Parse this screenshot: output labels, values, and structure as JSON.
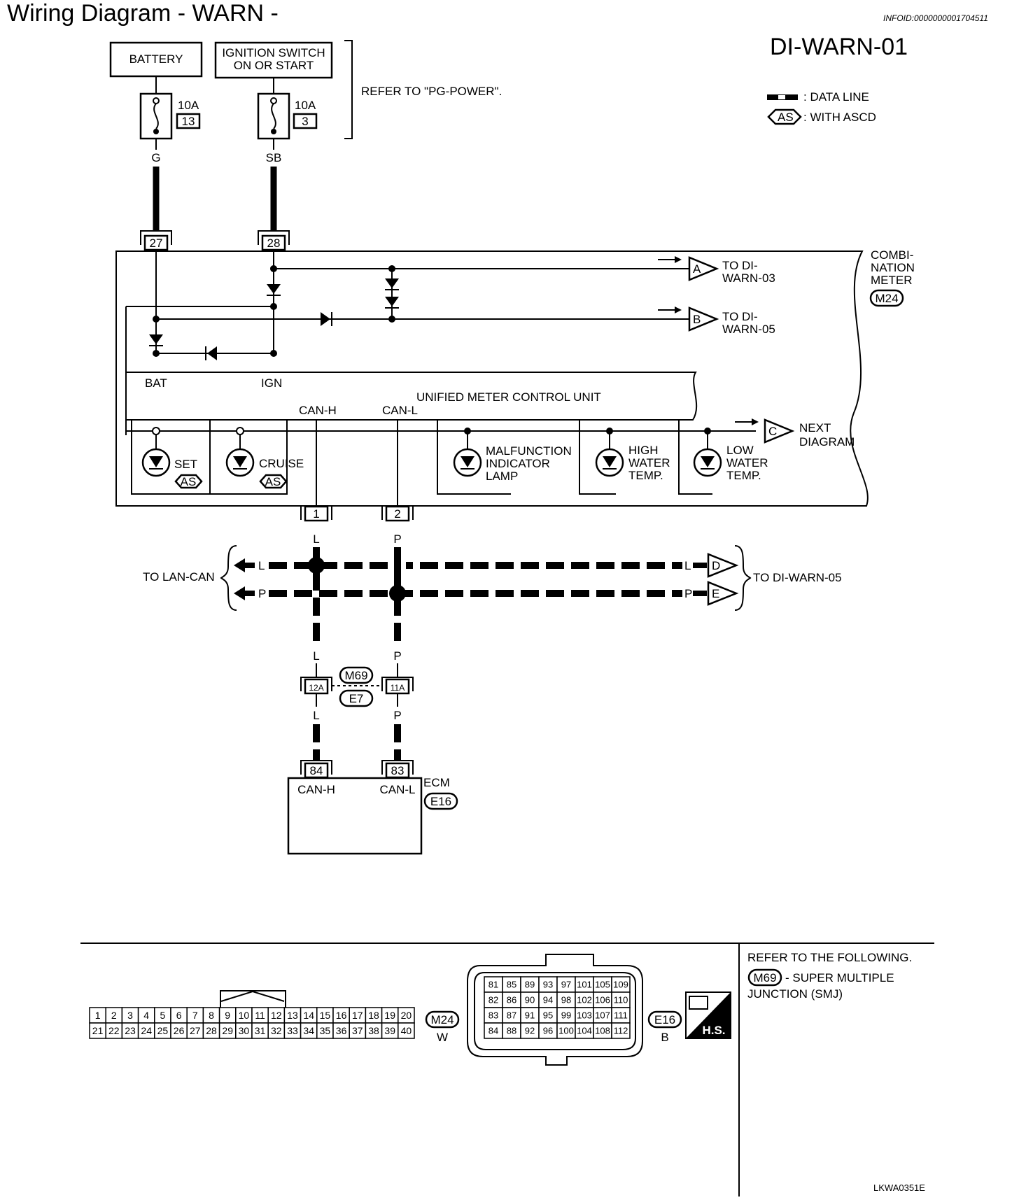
{
  "header": {
    "title": "Wiring Diagram - WARN -",
    "info_id": "INFOID:0000000001704511",
    "diagram_code": "DI-WARN-01"
  },
  "legend": {
    "data_line": ": DATA LINE",
    "with_ascd_tag": "AS",
    "with_ascd": ": WITH ASCD"
  },
  "power": {
    "battery": "BATTERY",
    "ignition_line1": "IGNITION SWITCH",
    "ignition_line2": "ON OR START",
    "fuse1_rating": "10A",
    "fuse1_number": "13",
    "fuse2_rating": "10A",
    "fuse2_number": "3",
    "refer": "REFER TO \"PG-POWER\".",
    "wire1_color": "G",
    "wire2_color": "SB",
    "pin27": "27",
    "pin28": "28"
  },
  "meter": {
    "name_line1": "COMBI-",
    "name_line2": "NATION",
    "name_line3": "METER",
    "connector": "M24",
    "to_a_tag": "A",
    "to_a_line1": "TO DI-",
    "to_a_line2": "WARN-03",
    "to_b_tag": "B",
    "to_b_line1": "TO DI-",
    "to_b_line2": "WARN-05",
    "bat": "BAT",
    "ign": "IGN",
    "unit": "UNIFIED METER CONTROL UNIT",
    "can_h": "CAN-H",
    "can_l": "CAN-L",
    "next_tag": "C",
    "next_line1": "NEXT",
    "next_line2": "DIAGRAM",
    "lamps": {
      "set": "SET",
      "set_tag": "AS",
      "cruise": "CRUISE",
      "cruise_tag": "AS",
      "mil_line1": "MALFUNCTION",
      "mil_line2": "INDICATOR",
      "mil_line3": "LAMP",
      "high_line1": "HIGH",
      "high_line2": "WATER",
      "high_line3": "TEMP.",
      "low_line1": "LOW",
      "low_line2": "WATER",
      "low_line3": "TEMP."
    },
    "pin1": "1",
    "pin2": "2"
  },
  "can_bus": {
    "to_lan_can": "TO LAN-CAN",
    "to_di_warn_05": "TO DI-WARN-05",
    "l": "L",
    "p": "P",
    "tag_d": "D",
    "tag_e": "E"
  },
  "junction": {
    "pin_12a": "12A",
    "pin_11a": "11A",
    "conn_m69": "M69",
    "conn_e7": "E7"
  },
  "ecm": {
    "pin84": "84",
    "pin83": "83",
    "can_h": "CAN-H",
    "can_l": "CAN-L",
    "name": "ECM",
    "connector": "E16"
  },
  "connectors": {
    "m24_row1": [
      "1",
      "2",
      "3",
      "4",
      "5",
      "6",
      "7",
      "8",
      "9",
      "10",
      "11",
      "12",
      "13",
      "14",
      "15",
      "16",
      "17",
      "18",
      "19",
      "20"
    ],
    "m24_row2": [
      "21",
      "22",
      "23",
      "24",
      "25",
      "26",
      "27",
      "28",
      "29",
      "30",
      "31",
      "32",
      "33",
      "34",
      "35",
      "36",
      "37",
      "38",
      "39",
      "40"
    ],
    "m24_label": "M24",
    "m24_color": "W",
    "e16_rows": [
      [
        "81",
        "85",
        "89",
        "93",
        "97",
        "101",
        "105",
        "109"
      ],
      [
        "82",
        "86",
        "90",
        "94",
        "98",
        "102",
        "106",
        "110"
      ],
      [
        "83",
        "87",
        "91",
        "95",
        "99",
        "103",
        "107",
        "111"
      ],
      [
        "84",
        "88",
        "92",
        "96",
        "100",
        "104",
        "108",
        "112"
      ]
    ],
    "e16_label": "E16",
    "e16_color": "B",
    "hs": "H.S."
  },
  "refer_box": {
    "line1": "REFER TO THE FOLLOWING.",
    "conn": "M69",
    "line2": "- SUPER MULTIPLE",
    "line3": "JUNCTION (SMJ)"
  },
  "footer_code": "LKWA0351E"
}
